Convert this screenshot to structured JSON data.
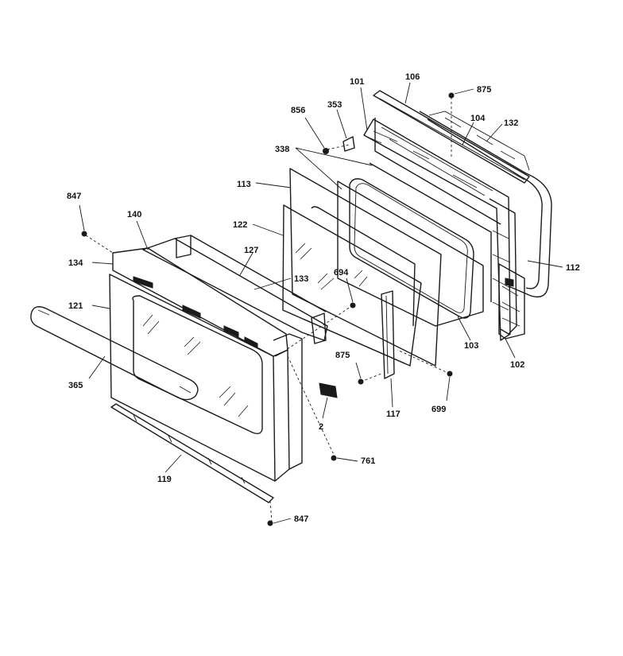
{
  "diagram": {
    "labels": {
      "p101": "101",
      "p106": "106",
      "p875_top": "875",
      "p856": "856",
      "p353": "353",
      "p104": "104",
      "p132": "132",
      "p338": "338",
      "p113": "113",
      "p847_top": "847",
      "p140": "140",
      "p122": "122",
      "p134": "134",
      "p127": "127",
      "p133": "133",
      "p694": "694",
      "p112": "112",
      "p121": "121",
      "p103": "103",
      "p102": "102",
      "p875_mid": "875",
      "p365": "365",
      "p699": "699",
      "p117": "117",
      "p2": "2",
      "p761": "761",
      "p119": "119",
      "p847_bot": "847"
    }
  }
}
